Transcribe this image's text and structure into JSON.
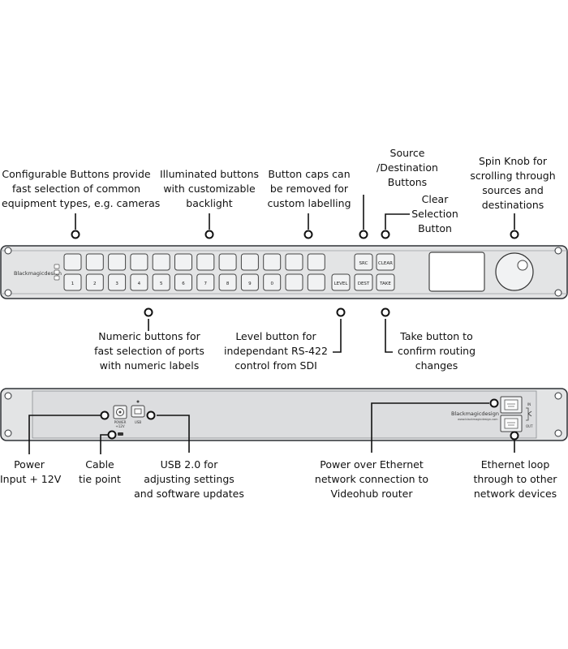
{
  "front_panel": {
    "brand": "Blackmagicdesign",
    "top_key_count": 12,
    "numeric_labels": [
      "1",
      "2",
      "3",
      "4",
      "5",
      "6",
      "7",
      "8",
      "9",
      "0"
    ],
    "src_label": "SRC",
    "clear_label": "CLEAR",
    "level_label": "LEVEL",
    "dest_label": "DEST",
    "take_label": "TAKE"
  },
  "rear_panel": {
    "brand": "Blackmagicdesign",
    "url": "www.blackmagicdesign.com",
    "power_label": "POWER",
    "power_voltage": "+12V",
    "usb_label": "USB",
    "in_label": "IN",
    "out_label": "OUT"
  },
  "callouts": {
    "configurable": [
      "Configurable Buttons provide",
      "fast selection of common",
      "equipment types, e.g. cameras"
    ],
    "illuminated": [
      "Illuminated buttons",
      "with customizable",
      "backlight"
    ],
    "caps": [
      "Button caps can",
      "be removed for",
      "custom labelling"
    ],
    "source_dest": [
      "Source",
      "/Destination",
      "Buttons"
    ],
    "clear": [
      "Clear",
      "Selection",
      "Button"
    ],
    "knob": [
      "Spin Knob for",
      "scrolling through",
      "sources and",
      "destinations"
    ],
    "numeric": [
      "Numeric buttons for",
      "fast selection of ports",
      "with numeric labels"
    ],
    "level": [
      "Level button for",
      "independant RS-422",
      "control from SDI"
    ],
    "take": [
      "Take button to",
      "confirm routing",
      "changes"
    ],
    "power": [
      "Power",
      "Input + 12V"
    ],
    "cable": [
      "Cable",
      "tie point"
    ],
    "usb": [
      "USB 2.0 for",
      "adjusting settings",
      "and software updates"
    ],
    "poe": [
      "Power over Ethernet",
      "network connection to",
      "Videohub router"
    ],
    "ethernet": [
      "Ethernet loop",
      "through to other",
      "network devices"
    ]
  }
}
